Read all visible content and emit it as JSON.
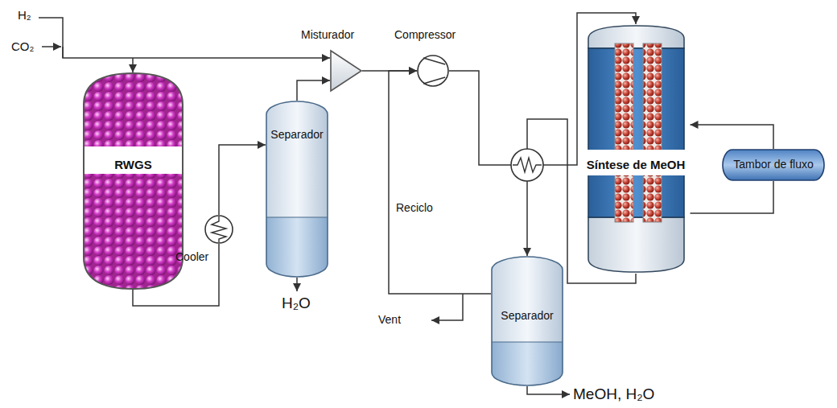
{
  "diagram": {
    "nodes": [
      {
        "text": [
          "RWGS"
        ]
      },
      {
        "text": [
          "Cooler"
        ]
      },
      {
        "text": [
          "Separador"
        ]
      },
      {
        "text": [
          "Misturador"
        ]
      },
      {
        "text": [
          "Compressor"
        ]
      },
      {
        "text": [
          "Síntese de MeOH"
        ]
      },
      {
        "text": [
          "Tambor de fluxo"
        ]
      },
      {
        "text": [
          "Separador"
        ]
      }
    ],
    "edges": [
      {
        "from": 0,
        "to": 1,
        "arrow": "none"
      },
      {
        "from": 1,
        "to": 2,
        "arrow": "to"
      },
      {
        "from": 2,
        "to": 3,
        "arrow": "to"
      },
      {
        "from": 3,
        "to": 4,
        "arrow": "to"
      },
      {
        "from": 7,
        "to": 4,
        "arrow": "to",
        "label": "Reciclo"
      },
      {
        "from": 4,
        "to": 5,
        "arrow": "to"
      },
      {
        "from": 5,
        "to": 7,
        "arrow": "to"
      },
      {
        "from": 6,
        "to": 5,
        "arrow": "to"
      },
      {
        "from": 5,
        "to": 6,
        "arrow": "none"
      }
    ],
    "labels": [
      "H₂",
      "CO₂",
      "H₂O",
      "Vent",
      "MeOH, H₂O"
    ]
  }
}
